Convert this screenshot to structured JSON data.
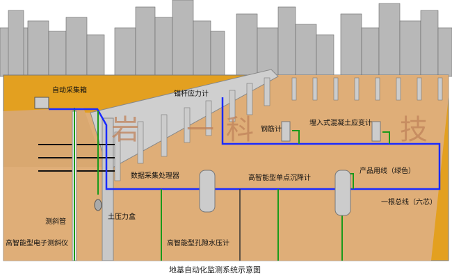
{
  "title": "地基自动化监测系统示意图",
  "watermark": [
    "岩",
    "一",
    "科",
    "技"
  ],
  "labels": {
    "auto_box": "自动采集箱",
    "anchor_meter": "锚杆应力计",
    "rebar_meter": "钢筋计",
    "embedded_strain": "埋入式混凝土应变计",
    "data_processor": "数据采集处理器",
    "settlement": "高智能型单点沉降计",
    "product_cable": "产品用线（绿色）",
    "main_cable": "一根总线（六芯）",
    "earth_pressure": "土压力盒",
    "inclinometer_tube": "测斜管",
    "inclinometer": "高智能型电子测斜仪",
    "piezometer": "高智能型孔隙水压计"
  },
  "colors": {
    "soil": "#dfae78",
    "ground": "#e3a020",
    "bus": "#1a2bff",
    "cable": "#1a9a1a"
  }
}
